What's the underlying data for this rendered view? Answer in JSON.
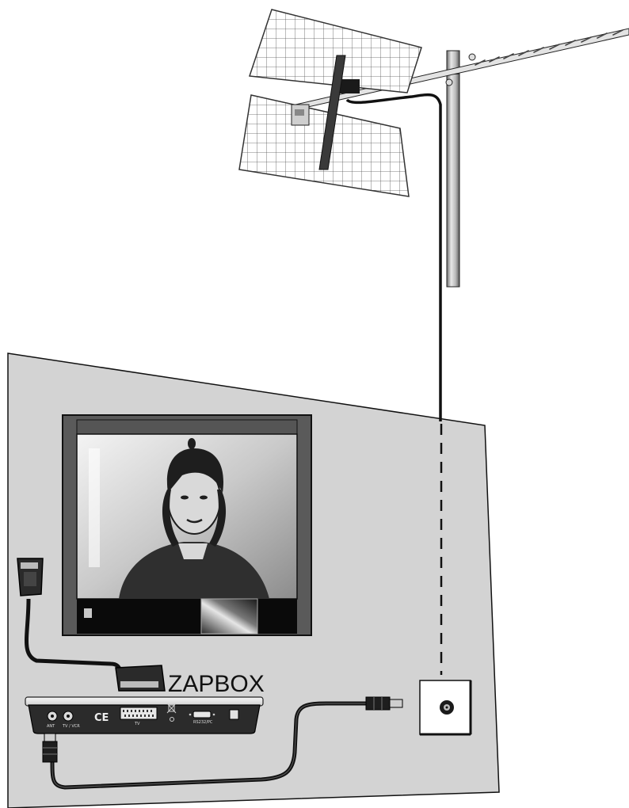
{
  "device": {
    "name": "ZAPBOX",
    "ports": {
      "ant": "ANT",
      "tv_vcr": "TV / VCR",
      "ce_mark": "CE",
      "scart": "TV",
      "serial": "RS232/PC"
    }
  },
  "colors": {
    "wall": "#d3d3d3",
    "outline": "#111111",
    "cable": "#111111",
    "tv_frame": "#5a5a5a",
    "tv_panel": "#0a0a0a"
  },
  "icons": [
    "yagi-antenna",
    "panel-antenna-grid",
    "mast",
    "television",
    "scart-plug",
    "coax-plug",
    "wall-socket",
    "set-top-box"
  ]
}
